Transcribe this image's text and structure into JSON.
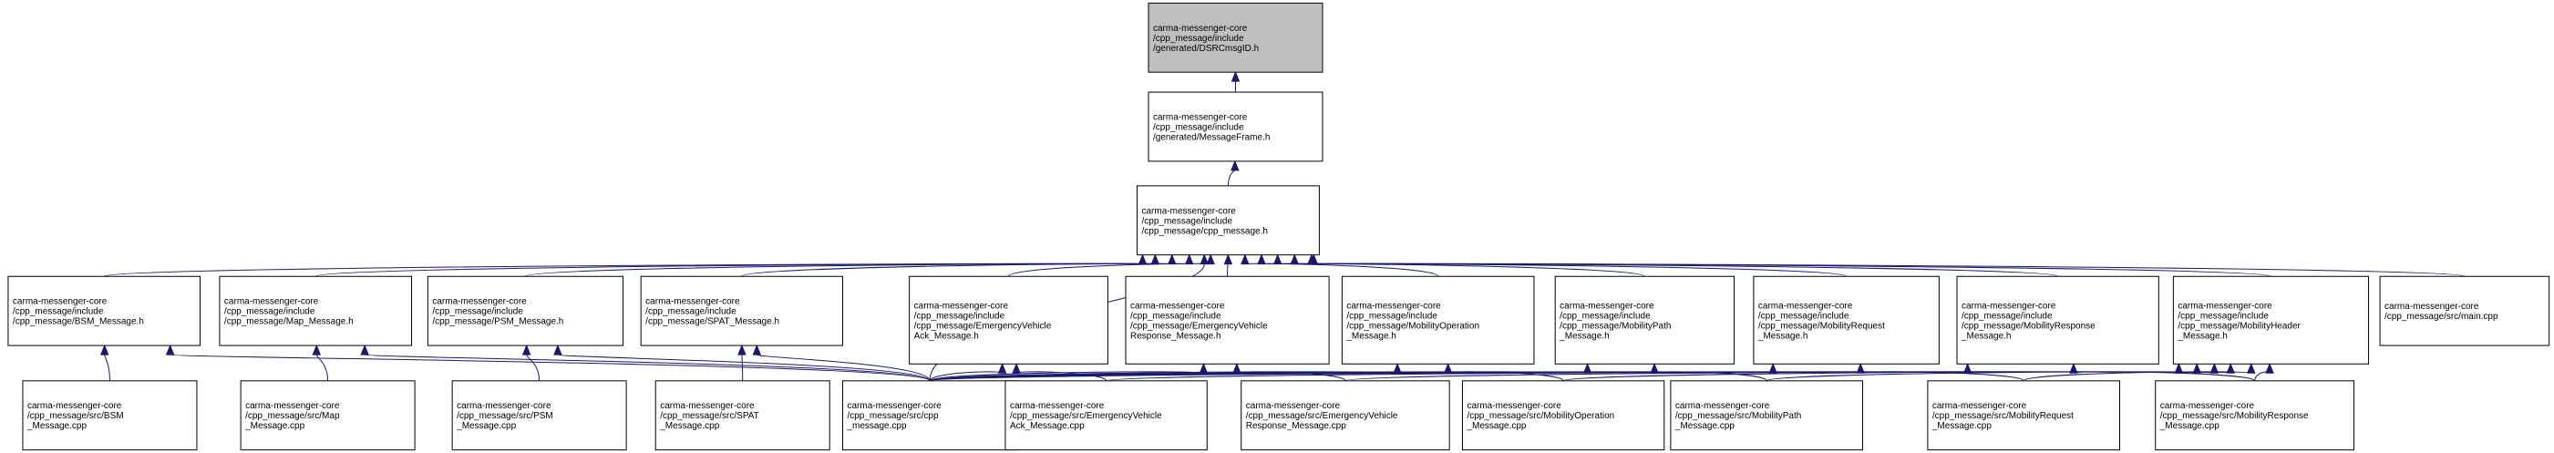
{
  "colors": {
    "edge": "#191970",
    "node_border": "#000000",
    "root_fill": "#bfbfbf",
    "node_fill": "#ffffff"
  },
  "nodes": [
    {
      "id": "dsrcmsgid",
      "lines": [
        "carma-messenger-core",
        "/cpp_message/include",
        "/generated/DSRCmsgID.h"
      ],
      "root": true
    },
    {
      "id": "messageframe",
      "lines": [
        "carma-messenger-core",
        "/cpp_message/include",
        "/generated/MessageFrame.h"
      ]
    },
    {
      "id": "cpp_message_h",
      "lines": [
        "carma-messenger-core",
        "/cpp_message/include",
        "/cpp_message/cpp_message.h"
      ]
    },
    {
      "id": "bsm_h",
      "lines": [
        "carma-messenger-core",
        "/cpp_message/include",
        "/cpp_message/BSM_Message.h"
      ]
    },
    {
      "id": "map_h",
      "lines": [
        "carma-messenger-core",
        "/cpp_message/include",
        "/cpp_message/Map_Message.h"
      ]
    },
    {
      "id": "psm_h",
      "lines": [
        "carma-messenger-core",
        "/cpp_message/include",
        "/cpp_message/PSM_Message.h"
      ]
    },
    {
      "id": "spat_h",
      "lines": [
        "carma-messenger-core",
        "/cpp_message/include",
        "/cpp_message/SPAT_Message.h"
      ]
    },
    {
      "id": "eva_h",
      "lines": [
        "carma-messenger-core",
        "/cpp_message/include",
        "/cpp_message/EmergencyVehicle",
        "Ack_Message.h"
      ]
    },
    {
      "id": "evr_h",
      "lines": [
        "carma-messenger-core",
        "/cpp_message/include",
        "/cpp_message/EmergencyVehicle",
        "Response_Message.h"
      ]
    },
    {
      "id": "mop_h",
      "lines": [
        "carma-messenger-core",
        "/cpp_message/include",
        "/cpp_message/MobilityOperation",
        "_Message.h"
      ]
    },
    {
      "id": "mpath_h",
      "lines": [
        "carma-messenger-core",
        "/cpp_message/include",
        "/cpp_message/MobilityPath",
        "_Message.h"
      ]
    },
    {
      "id": "mreq_h",
      "lines": [
        "carma-messenger-core",
        "/cpp_message/include",
        "/cpp_message/MobilityRequest",
        "_Message.h"
      ]
    },
    {
      "id": "mresp_h",
      "lines": [
        "carma-messenger-core",
        "/cpp_message/include",
        "/cpp_message/MobilityResponse",
        "_Message.h"
      ]
    },
    {
      "id": "mhead_h",
      "lines": [
        "carma-messenger-core",
        "/cpp_message/include",
        "/cpp_message/MobilityHeader",
        "_Message.h"
      ]
    },
    {
      "id": "main_cpp",
      "lines": [
        "carma-messenger-core",
        "/cpp_message/src/main.cpp"
      ]
    },
    {
      "id": "bsm_cpp",
      "lines": [
        "carma-messenger-core",
        "/cpp_message/src/BSM",
        "_Message.cpp"
      ]
    },
    {
      "id": "map_cpp",
      "lines": [
        "carma-messenger-core",
        "/cpp_message/src/Map",
        "_Message.cpp"
      ]
    },
    {
      "id": "psm_cpp",
      "lines": [
        "carma-messenger-core",
        "/cpp_message/src/PSM",
        "_Message.cpp"
      ]
    },
    {
      "id": "spat_cpp",
      "lines": [
        "carma-messenger-core",
        "/cpp_message/src/SPAT",
        "_Message.cpp"
      ]
    },
    {
      "id": "cpp_cpp",
      "lines": [
        "carma-messenger-core",
        "/cpp_message/src/cpp",
        "_message.cpp"
      ]
    },
    {
      "id": "eva_cpp",
      "lines": [
        "carma-messenger-core",
        "/cpp_message/src/EmergencyVehicle",
        "Ack_Message.cpp"
      ]
    },
    {
      "id": "evr_cpp",
      "lines": [
        "carma-messenger-core",
        "/cpp_message/src/EmergencyVehicle",
        "Response_Message.cpp"
      ]
    },
    {
      "id": "mop_cpp",
      "lines": [
        "carma-messenger-core",
        "/cpp_message/src/MobilityOperation",
        "_Message.cpp"
      ]
    },
    {
      "id": "mpath_cpp",
      "lines": [
        "carma-messenger-core",
        "/cpp_message/src/MobilityPath",
        "_Message.cpp"
      ]
    },
    {
      "id": "mreq_cpp",
      "lines": [
        "carma-messenger-core",
        "/cpp_message/src/MobilityRequest",
        "_Message.cpp"
      ]
    },
    {
      "id": "mresp_cpp",
      "lines": [
        "carma-messenger-core",
        "/cpp_message/src/MobilityResponse",
        "_Message.cpp"
      ]
    }
  ],
  "edges": [
    {
      "from": "messageframe",
      "to": "dsrcmsgid"
    },
    {
      "from": "cpp_message_h",
      "to": "messageframe"
    },
    {
      "from": "bsm_h",
      "to": "cpp_message_h"
    },
    {
      "from": "map_h",
      "to": "cpp_message_h"
    },
    {
      "from": "psm_h",
      "to": "cpp_message_h"
    },
    {
      "from": "spat_h",
      "to": "cpp_message_h"
    },
    {
      "from": "eva_h",
      "to": "cpp_message_h"
    },
    {
      "from": "evr_h",
      "to": "cpp_message_h"
    },
    {
      "from": "mop_h",
      "to": "cpp_message_h"
    },
    {
      "from": "mpath_h",
      "to": "cpp_message_h"
    },
    {
      "from": "mreq_h",
      "to": "cpp_message_h"
    },
    {
      "from": "mresp_h",
      "to": "cpp_message_h"
    },
    {
      "from": "mhead_h",
      "to": "cpp_message_h"
    },
    {
      "from": "main_cpp",
      "to": "cpp_message_h"
    },
    {
      "from": "cpp_cpp",
      "to": "cpp_message_h"
    },
    {
      "from": "bsm_cpp",
      "to": "bsm_h"
    },
    {
      "from": "cpp_cpp",
      "to": "bsm_h"
    },
    {
      "from": "map_cpp",
      "to": "map_h"
    },
    {
      "from": "cpp_cpp",
      "to": "map_h"
    },
    {
      "from": "psm_cpp",
      "to": "psm_h"
    },
    {
      "from": "cpp_cpp",
      "to": "psm_h"
    },
    {
      "from": "spat_cpp",
      "to": "spat_h"
    },
    {
      "from": "cpp_cpp",
      "to": "spat_h"
    },
    {
      "from": "cpp_cpp",
      "to": "eva_h"
    },
    {
      "from": "eva_cpp",
      "to": "eva_h"
    },
    {
      "from": "cpp_cpp",
      "to": "evr_h"
    },
    {
      "from": "evr_cpp",
      "to": "evr_h"
    },
    {
      "from": "cpp_cpp",
      "to": "mop_h"
    },
    {
      "from": "mop_cpp",
      "to": "mop_h"
    },
    {
      "from": "cpp_cpp",
      "to": "mpath_h"
    },
    {
      "from": "mpath_cpp",
      "to": "mpath_h"
    },
    {
      "from": "cpp_cpp",
      "to": "mreq_h"
    },
    {
      "from": "mreq_cpp",
      "to": "mreq_h"
    },
    {
      "from": "cpp_cpp",
      "to": "mresp_h"
    },
    {
      "from": "mresp_cpp",
      "to": "mresp_h"
    },
    {
      "from": "cpp_cpp",
      "to": "mhead_h"
    },
    {
      "from": "eva_cpp",
      "to": "mhead_h"
    },
    {
      "from": "evr_cpp",
      "to": "mhead_h"
    },
    {
      "from": "mop_cpp",
      "to": "mhead_h"
    },
    {
      "from": "mpath_cpp",
      "to": "mhead_h"
    },
    {
      "from": "mreq_cpp",
      "to": "mhead_h"
    },
    {
      "from": "mresp_cpp",
      "to": "mhead_h"
    }
  ]
}
